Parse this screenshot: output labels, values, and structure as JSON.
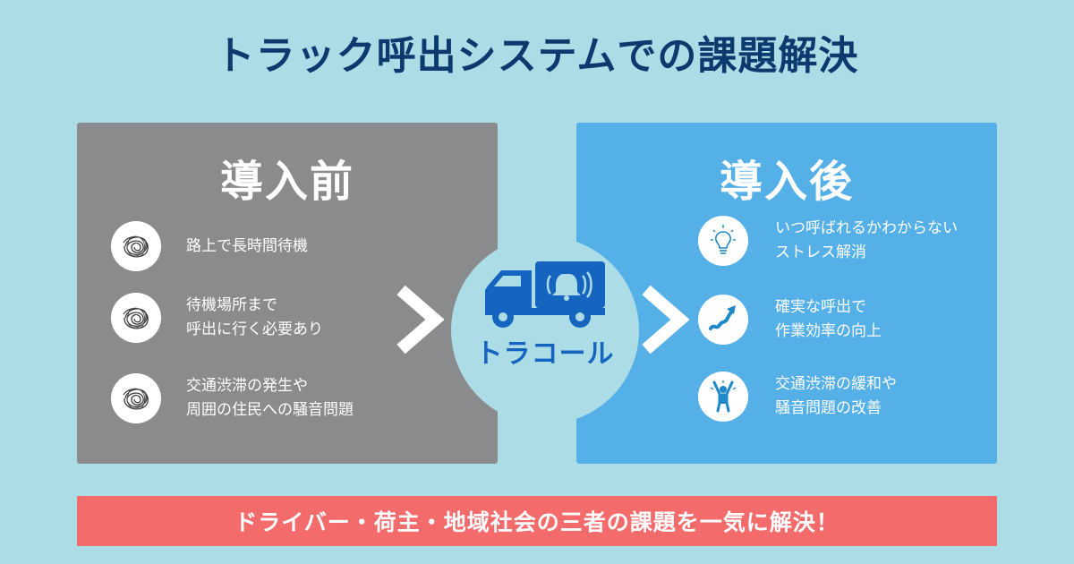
{
  "title": "トラック呼出システムでの課題解決",
  "before": {
    "heading": "導入前",
    "items": [
      {
        "text": "路上で長時間待機",
        "icon": "scribble-icon"
      },
      {
        "text": "待機場所まで\n呼出に行く必要あり",
        "icon": "scribble-icon"
      },
      {
        "text": "交通渋滞の発生や\n周囲の住民への騒音問題",
        "icon": "scribble-icon"
      }
    ]
  },
  "after": {
    "heading": "導入後",
    "items": [
      {
        "text": "いつ呼ばれるかわからない\nストレス解消",
        "icon": "lightbulb-icon"
      },
      {
        "text": "確実な呼出で\n作業効率の向上",
        "icon": "growth-arrow-icon"
      },
      {
        "text": "交通渋滞の緩和や\n騒音問題の改善",
        "icon": "cheering-person-icon"
      }
    ]
  },
  "brand": {
    "name": "トラコール",
    "icon": "truck-bell-icon"
  },
  "banner": "ドライバー・荷主・地域社会の三者の課題を一気に解決！",
  "colors": {
    "background": "#acdde6",
    "title": "#0d3a6e",
    "before_panel": "#8a8b8d",
    "after_panel": "#56b0e8",
    "brand": "#1565c0",
    "banner": "#f46b6c"
  }
}
